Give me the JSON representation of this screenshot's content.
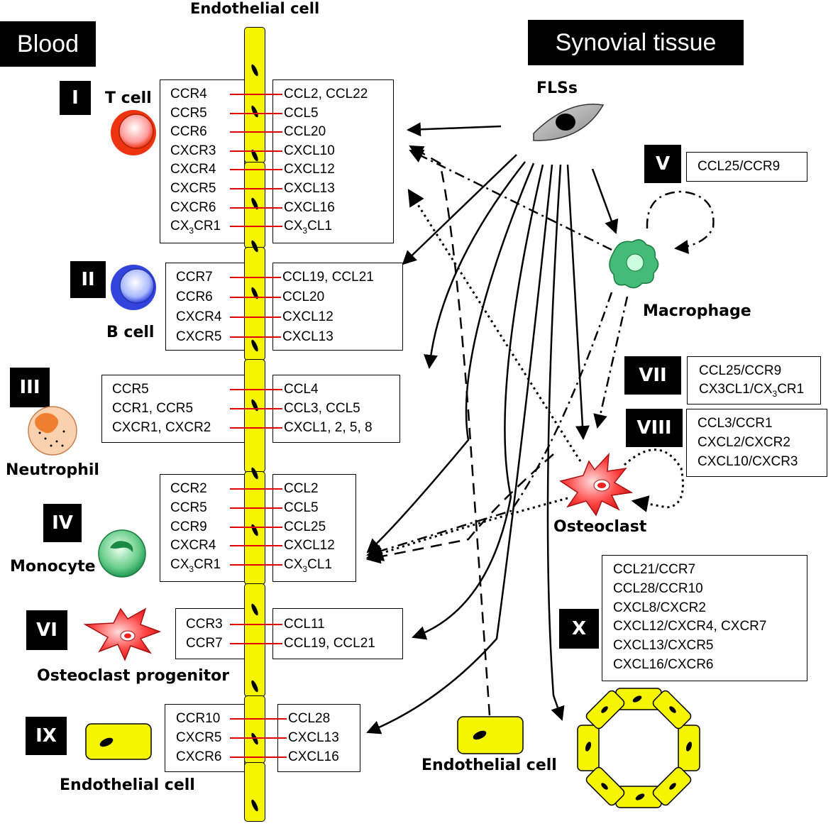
{
  "headers": {
    "blood": "Blood",
    "synovial": "Synovial tissue",
    "endothelial_top": "Endothelial cell"
  },
  "fls": "FLSs",
  "roman": {
    "I": "I",
    "II": "II",
    "III": "III",
    "IV": "IV",
    "V": "V",
    "VI": "VI",
    "VII": "VII",
    "VIII": "VIII",
    "IX": "IX",
    "X": "X"
  },
  "cells": {
    "t_cell": "T cell",
    "b_cell": "B cell",
    "neutrophil": "Neutrophil",
    "monocyte": "Monocyte",
    "osteoclast_progenitor": "Osteoclast progenitor",
    "endothelial_left": "Endothelial cell",
    "macrophage": "Macrophage",
    "osteoclast": "Osteoclast",
    "endothelial_bottom": "Endothelial cell"
  },
  "groups": {
    "I": {
      "receptors": [
        "CCR4",
        "CCR5",
        "CCR6",
        "CXCR3",
        "CXCR4",
        "CXCR5",
        "CXCR6",
        "CX3CR1"
      ],
      "ligands": [
        "CCL2, CCL22",
        "CCL5",
        "CCL20",
        "CXCL10",
        "CXCL12",
        "CXCL13",
        "CXCL16",
        "CX3CL1"
      ]
    },
    "II": {
      "receptors": [
        "CCR7",
        "CCR6",
        "CXCR4",
        "CXCR5"
      ],
      "ligands": [
        "CCL19, CCL21",
        "CCL20",
        "CXCL12",
        "CXCL13"
      ]
    },
    "III": {
      "receptors": [
        "CCR5",
        "CCR1, CCR5",
        "CXCR1, CXCR2"
      ],
      "ligands": [
        "CCL4",
        "CCL3, CCL5",
        "CXCL1, 2, 5, 8"
      ]
    },
    "IV": {
      "receptors": [
        "CCR2",
        "CCR5",
        "CCR9",
        "CXCR4",
        "CX3CR1"
      ],
      "ligands": [
        "CCL2",
        "CCL5",
        "CCL25",
        "CXCL12",
        "CX3CL1"
      ]
    },
    "VI": {
      "receptors": [
        "CCR3",
        "CCR7"
      ],
      "ligands": [
        "CCL11",
        "CCL19, CCL21"
      ]
    },
    "IX": {
      "receptors": [
        "CCR10",
        "CXCR5",
        "CXCR6"
      ],
      "ligands": [
        "CCL28",
        "CXCL13",
        "CXCL16"
      ]
    }
  },
  "pairs": {
    "V": [
      "CCL25/CCR9"
    ],
    "VII": [
      "CCL25/CCR9",
      "CX3CL1/CX3CR1"
    ],
    "VIII": [
      "CCL3/CCR1",
      "CXCL2/CXCR2",
      "CXCL10/CXCR3"
    ],
    "X": [
      "CCL21/CCR7",
      "CCL28/CCR10",
      "CXCL8/CXCR2",
      "CXCL12/CXCR4, CXCR7",
      "CXCL13/CXCR5",
      "CXCL16/CXCR6"
    ]
  },
  "colors": {
    "cell_yellow": "#f5f500",
    "link_red": "#e00000",
    "t_cell": "#ee3311",
    "b_cell": "#3344dd",
    "neutrophil": "#f0a060",
    "monocyte": "#22aa55",
    "macrophage": "#33aa66",
    "osteoclast": "#ee2222"
  }
}
